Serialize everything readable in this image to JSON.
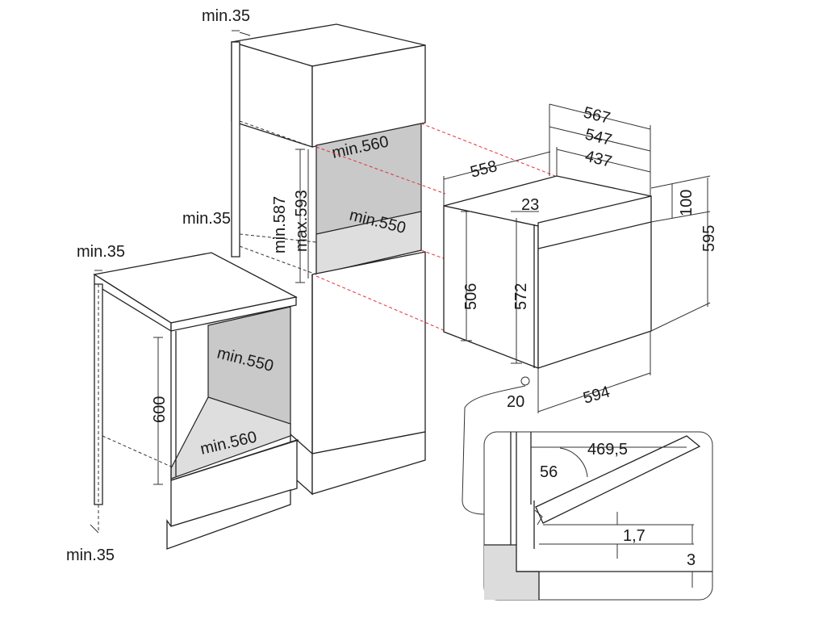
{
  "colors": {
    "cavity": "#c9c9c9",
    "cavity_floor": "#dedede",
    "alignment_lines": "#e0333a",
    "outline": "#222222"
  },
  "tall_unit": {
    "top_clearance": "min.35",
    "side_clearance": "min.35",
    "niche_width": "min.560",
    "niche_depth": "min.550",
    "niche_height_min": "min.587",
    "niche_height_max": "max.593"
  },
  "base_unit": {
    "top_clearance": "min.35",
    "bottom_clearance": "min.35",
    "niche_depth": "min.550",
    "niche_width": "min.560",
    "niche_height": "600"
  },
  "oven": {
    "depth_overall": "567",
    "depth_547": "547",
    "depth_437": "437",
    "width_558": "558",
    "panel_height": "100",
    "height_overall": "595",
    "offset_23": "23",
    "body_height": "506",
    "front_height": "572",
    "width_front": "594",
    "offset_20": "20"
  },
  "detail": {
    "door_opening": "469,5",
    "angle": "56",
    "gap_1_7": "1,7",
    "gap_3": "3"
  }
}
